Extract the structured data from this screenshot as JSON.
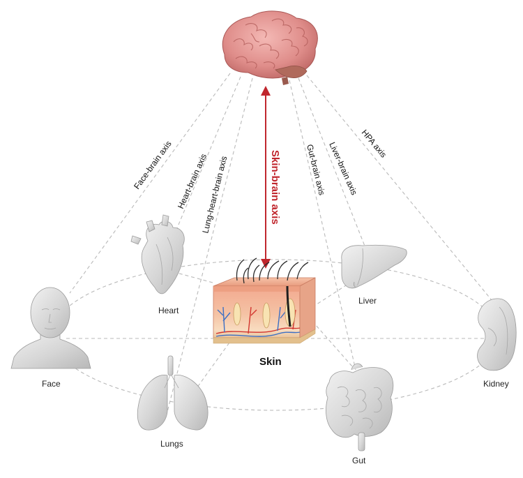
{
  "colors": {
    "accent_red": "#c0262d",
    "dashed_line": "#b9b9b9",
    "organ_gray": "#d9d9d9",
    "brain_pink": "#e59a98",
    "skin_tone": "#f0b49a"
  },
  "main_axis": {
    "label": "Skin-brain axis"
  },
  "axis_labels": {
    "face_brain": "Face-brain axis",
    "heart_brain": "Heart-brain axis",
    "lung_heart_brain": "Lung-heart-brain axis",
    "gut_brain": "Gut-brain axis",
    "liver_brain": "Liver-brain axis",
    "hpa": "HPA axis"
  },
  "organs": {
    "skin": "Skin",
    "heart": "Heart",
    "liver": "Liver",
    "face": "Face",
    "kidney": "Kidney",
    "lungs": "Lungs",
    "gut": "Gut"
  },
  "icons": [
    "brain-icon",
    "heart-icon",
    "liver-icon",
    "face-icon",
    "kidney-icon",
    "lungs-icon",
    "gut-icon",
    "skin-cross-section-icon"
  ]
}
